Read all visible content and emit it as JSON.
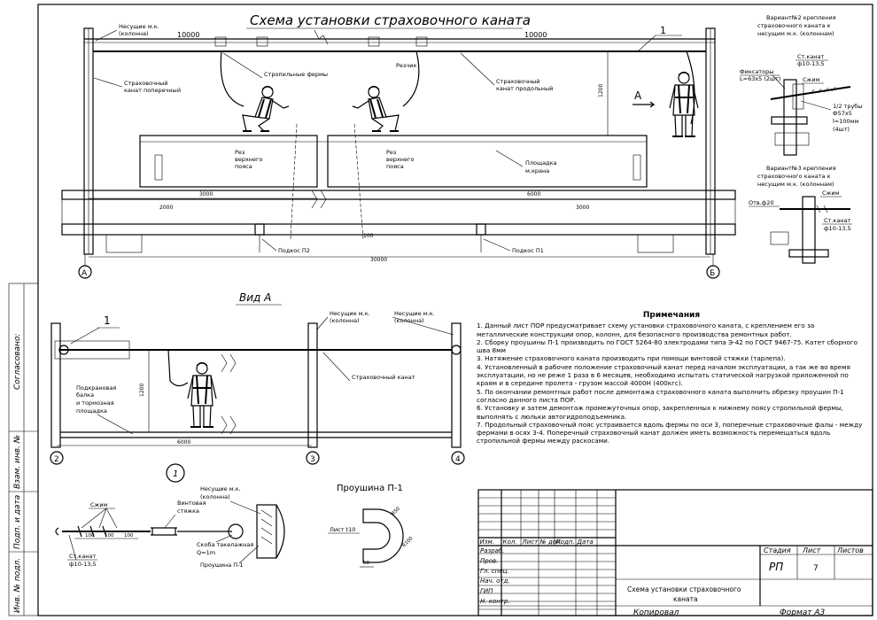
{
  "title": "Схема установки страховочного каната",
  "top": {
    "dims": {
      "span_left": "10000",
      "span_right": "10000",
      "d3000": "3000",
      "d2000": "2000",
      "d6000": "6000",
      "d3000b": "3000",
      "d100": "100",
      "d30000": "30000",
      "d1200": "1200"
    },
    "labels": {
      "nes_col": "Несущие м.к.",
      "nes_col2": "(колонна)",
      "cross1": "Страховочный",
      "cross2": "канат поперечный",
      "truss": "Стропильные фермы",
      "cutter": "Резчик",
      "long1": "Страховочный",
      "long2": "канат продольный",
      "cutL1": "Рез",
      "cutL2": "верхнего",
      "cutL3": "пояса",
      "cutR1": "Рез",
      "cutR2": "верхнего",
      "cutR3": "пояса",
      "plat1": "Площадка",
      "plat2": "м.крана",
      "p2": "Подкос П2",
      "p1": "Подкос П1",
      "arrow": "А",
      "callout": "1",
      "axisA": "А",
      "axisB": "Б"
    }
  },
  "var2": {
    "l1": "Вариант№2 крепления",
    "l2": "страховочного каната к",
    "l3": "несущим м.к. (колоннам)",
    "fix1": "Фиксаторы",
    "fix2": "L=63x5 (2шт)",
    "rope": "Ст.канат",
    "rope_d": "ф10-13,5",
    "clamp": "Сжим",
    "pipe1": "1/2 трубы",
    "pipe2": "Ф57х5",
    "pipe3": "l=100мм",
    "pipe4": "(4шт)"
  },
  "var3": {
    "l1": "Вариант№3 крепления",
    "l2": "страховочного каната к",
    "l3": "несущим м.к. (колоннам)",
    "clamp": "Сжим",
    "hole": "Отв.ф20",
    "rope": "Ст.канат",
    "rope_d": "ф10-13,5"
  },
  "viewA": {
    "title": "Вид А",
    "callout": "1",
    "col1": "Несущие м.к.",
    "col1b": "(колонна)",
    "col2": "Несущие м.к.",
    "col2b": "(колонна)",
    "rope": "Страховочный канат",
    "beam1": "Подкрановая",
    "beam2": "балка",
    "beam3": "и тормозная",
    "beam4": "площадка",
    "d1200": "1200",
    "d6000": "6000",
    "ax2": "2",
    "ax3": "3",
    "ax4": "4"
  },
  "detail": {
    "callout": "1",
    "clamp": "Сжим",
    "tens1": "Винтовая",
    "tens2": "стяжка",
    "col1": "Несущие м.к.",
    "col2": "(колонна)",
    "shackle": "Скоба такелажная",
    "q": "Q=1m",
    "lug": "Проушина П-1",
    "rope": "Ст.канат",
    "rope_d": "ф10-13,5",
    "d1": "100",
    "d2": "100",
    "d3": "100"
  },
  "lug": {
    "title": "Проушина П-1",
    "sheet": "Лист t10",
    "r50": "R50",
    "r100": "R100",
    "w50": "50"
  },
  "notes": {
    "title": "Примечания",
    "items": [
      "1. Данный лист ПОР предусматривает схему установки страховочного каната, с креплением его за металлические конструкции опор, колонн, для безопасного производства ремонтных работ.",
      "2. Сборку проушины П-1 производить по ГОСТ 5264-80 электродами типа Э-42 по ГОСТ 9467-75. Катет сборного шва 8мм",
      "3. Натяжение страховочного каната производить при помощи винтовой стяжки (тарлепа).",
      "4. Установленный в рабочее положение страховочный канат перед началом эксплуатации, а так же во время эксплуатации, но не реже 1 раза в 6 месяцев, необходимо испытать статической нагрузкой приложенной по краям и в середине пролета - грузом массой 4000Н (400кгс).",
      "5. По окончании ремонтных работ после демонтажа страховочного каната выполнить обрезку проушин П-1 согласно данного листа ПОР.",
      "6. Установку и затем демонтаж промежуточных опор, закрепленных к нижнему поясу стропильной фермы, выполнять с люльки автогидроподъемника.",
      "7. Продольный страховочный пояс устраивается вдоль фермы по оси 3, поперечные страховочные фалы - между фермами в осях 3-4. Поперечный страховочный канат должен иметь возможность перемещаться вдоль стропильной фермы между раскосами."
    ]
  },
  "stamp": {
    "cols": [
      "Изм.",
      "Кол.",
      "Лист",
      "№ док.",
      "Подп.",
      "Дата"
    ],
    "rows": [
      "Разраб.",
      "Пров.",
      "Гл. спец.",
      "Нач. отд.",
      "ГИП",
      "Н. контр."
    ],
    "stage": "Стадия",
    "sheet": "Лист",
    "sheets": "Листов",
    "stage_v": "РП",
    "sheet_v": "7",
    "name1": "Схема установки страховочного",
    "name2": "каната",
    "copied": "Копировал",
    "format": "Формат   А3"
  },
  "side": {
    "agreed": "Согласовано:",
    "inv": "Взам. инв. №",
    "sign": "Подп. и дата",
    "invp": "Инв. № подл."
  }
}
